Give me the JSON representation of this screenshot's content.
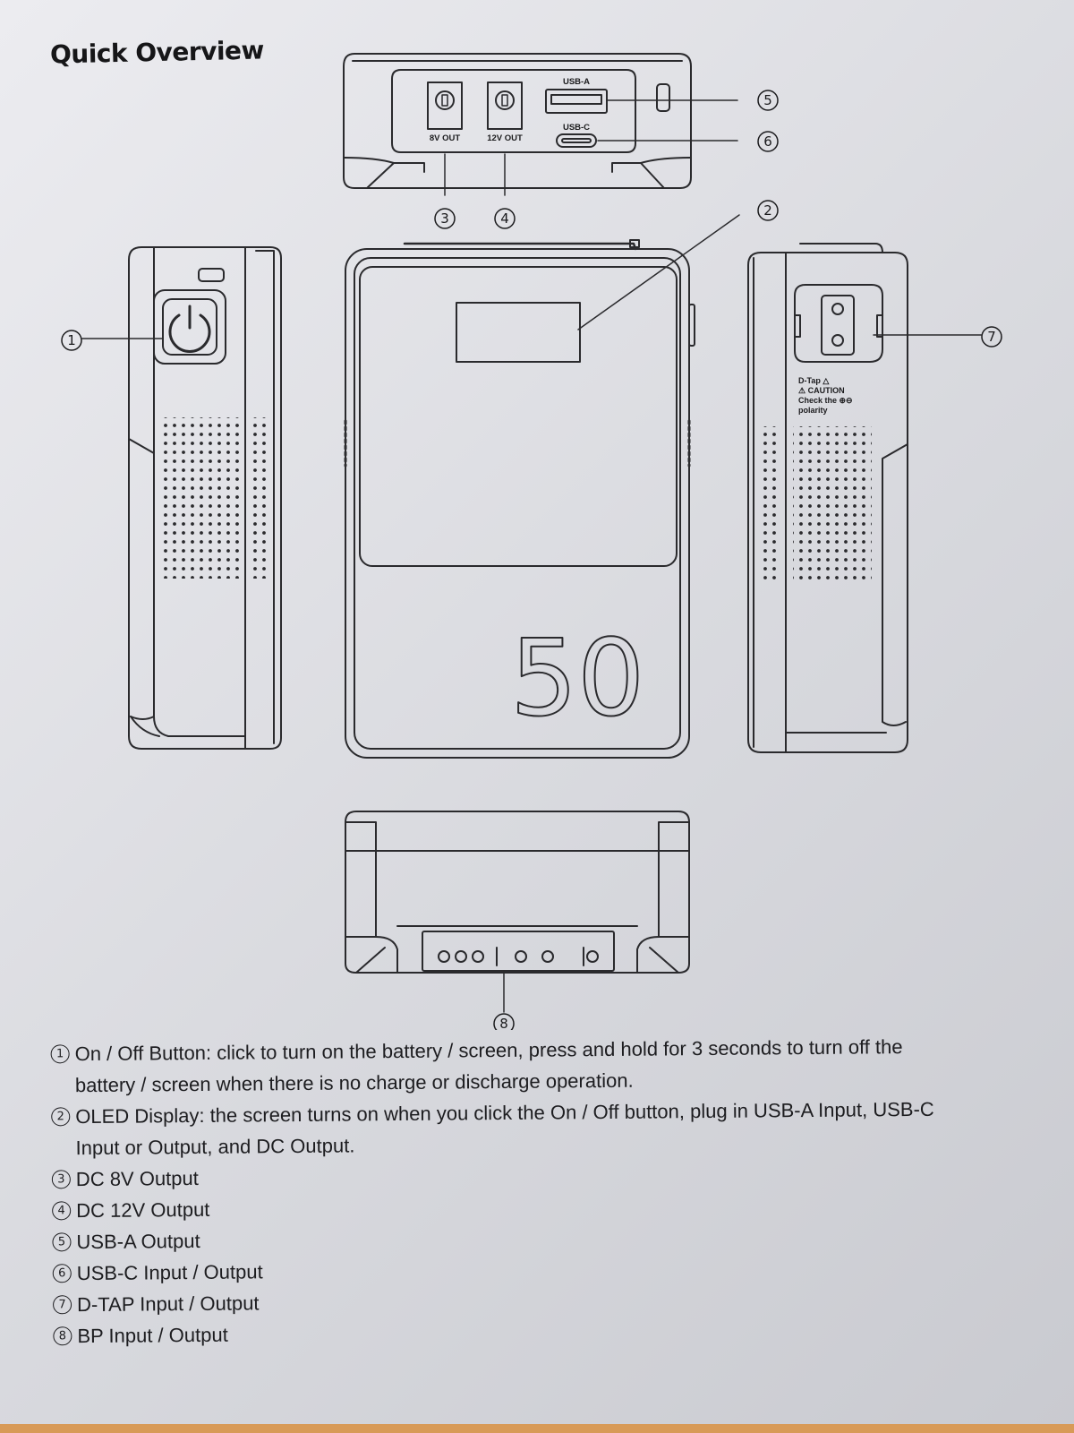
{
  "page": {
    "title": "Quick Overview"
  },
  "diagram": {
    "callouts": {
      "c1": "①",
      "c2": "②",
      "c3": "③",
      "c4": "④",
      "c5": "⑤",
      "c6": "⑥",
      "c7": "⑦",
      "c8": "⑧"
    },
    "port_labels": {
      "dc8": "8V OUT",
      "dc12": "12V OUT",
      "usba": "USB-A",
      "usbc": "USB-C"
    },
    "front_number": "50",
    "dtap_caution": {
      "line1": "D-Tap △",
      "line2": "⚠ CAUTION",
      "line3": "Check the ⊕⊖",
      "line4": "polarity"
    }
  },
  "descriptions": [
    {
      "marker": "①",
      "text": "On / Off Button: click to turn on the battery / screen, press and hold for 3 seconds to turn off the battery / screen when there is no charge or discharge operation."
    },
    {
      "marker": "②",
      "text": "OLED Display: the screen turns on when you click the On / Off button, plug in USB-A Input, USB-C Input or Output, and DC Output."
    },
    {
      "marker": "③",
      "text": "DC 8V Output"
    },
    {
      "marker": "④",
      "text": "DC 12V Output"
    },
    {
      "marker": "⑤",
      "text": "USB-A Output"
    },
    {
      "marker": "⑥",
      "text": "USB-C Input / Output"
    },
    {
      "marker": "⑦",
      "text": "D-TAP Input / Output"
    },
    {
      "marker": "⑧",
      "text": "BP Input / Output"
    }
  ],
  "colors": {
    "background": "#e3e4e8",
    "line": "#2a2a2d",
    "bottom_strip": "#d89a57"
  }
}
